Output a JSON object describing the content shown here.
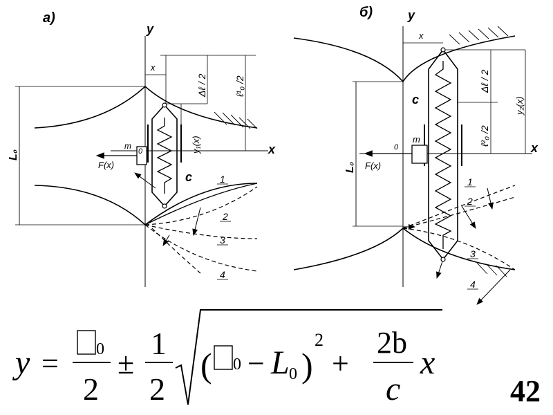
{
  "panels": {
    "a": {
      "label": "а)",
      "y_axis": "y",
      "x_axis": "x",
      "x_dim": "x",
      "L0": "L₀",
      "delta": "Δℓ / 2",
      "l1": "ℓ¹₀ /2",
      "y1": "y₁(x)",
      "m": "m",
      "o": "0",
      "force": "F(x)",
      "c": "c",
      "curves": [
        "1",
        "2",
        "3",
        "4"
      ]
    },
    "b": {
      "label": "б)",
      "y_axis": "y",
      "x_axis": "x",
      "x_dim": "x",
      "L0": "L₀",
      "delta": "Δℓ / 2",
      "l2": "ℓ²₀ /2",
      "y2": "y₂(x)",
      "m": "m",
      "o": "0",
      "force": "F(x)",
      "c": "c",
      "curves": [
        "1",
        "2",
        "3",
        "4"
      ]
    }
  },
  "formula": {
    "y": "y",
    "eq": "=",
    "glyph": "",
    "sub0": "0",
    "two": "2",
    "pm": "±",
    "one": "1",
    "minus": "−",
    "L": "L",
    "sq": "2",
    "plus": "+",
    "num": "2b",
    "den": "c",
    "x": "x"
  },
  "page_number": "42"
}
